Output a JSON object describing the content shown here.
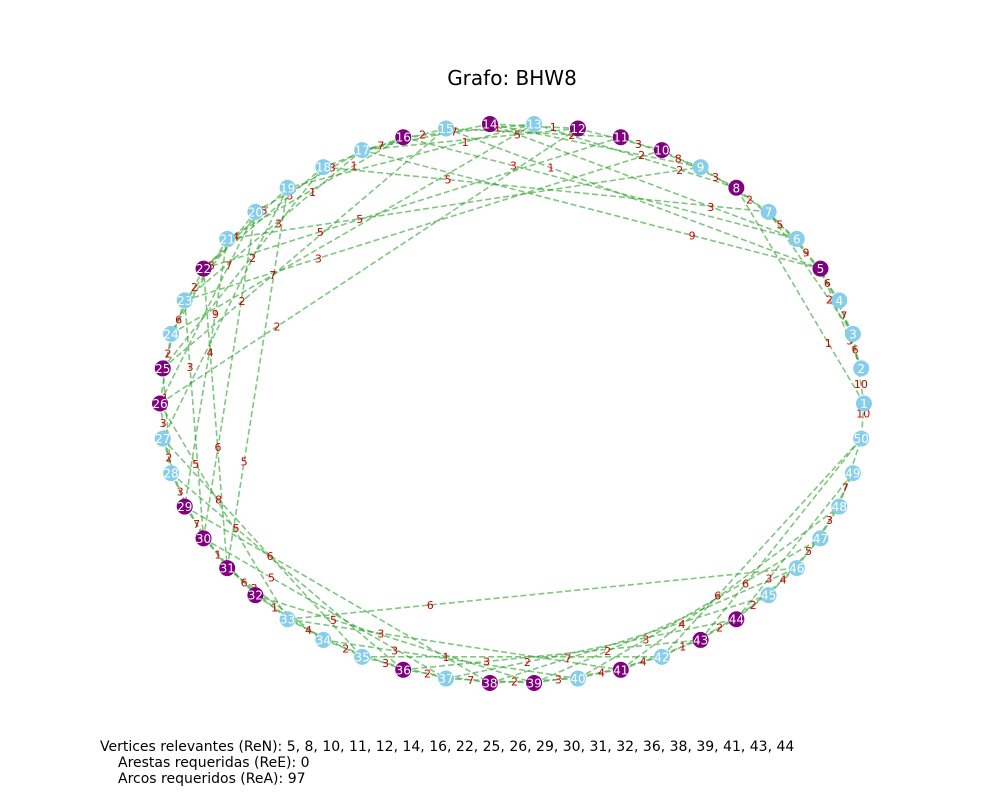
{
  "title": "Grafo: BHW8",
  "footer": {
    "line1": "Vertices relevantes (ReN): 5, 8, 10, 11, 12, 14, 16, 22, 25, 26, 29, 30, 31, 32, 36, 38, 39, 41, 43, 44",
    "line2": "Arestas requeridas (ReE): 0",
    "line3": "Arcos requeridos (ReA): 97"
  },
  "colors": {
    "vertex_regular": "#87ceeb",
    "vertex_relevant": "#800080",
    "edge": "#2ca02c",
    "edge_label": "#cc0000",
    "vertex_label": "#ffffff"
  },
  "graph": {
    "vertex_count": 50,
    "relevant_vertices": [
      5,
      8,
      10,
      11,
      12,
      14,
      16,
      22,
      25,
      26,
      29,
      30,
      31,
      32,
      36,
      38,
      39,
      41,
      43,
      44
    ],
    "edges": [
      {
        "from": 1,
        "to": 3,
        "w": "10"
      },
      {
        "from": 2,
        "to": 4,
        "w": "6"
      },
      {
        "from": 3,
        "to": 5,
        "w": "7"
      },
      {
        "from": 4,
        "to": 6,
        "w": "6"
      },
      {
        "from": 3,
        "to": 7,
        "w": "2"
      },
      {
        "from": 5,
        "to": 7,
        "w": "9"
      },
      {
        "from": 1,
        "to": 8,
        "w": "1"
      },
      {
        "from": 6,
        "to": 8,
        "w": "5"
      },
      {
        "from": 7,
        "to": 9,
        "w": "2"
      },
      {
        "from": 8,
        "to": 10,
        "w": "3"
      },
      {
        "from": 9,
        "to": 11,
        "w": "8"
      },
      {
        "from": 10,
        "to": 12,
        "w": "3"
      },
      {
        "from": 8,
        "to": 13,
        "w": "2"
      },
      {
        "from": 9,
        "to": 14,
        "w": "2"
      },
      {
        "from": 6,
        "to": 14,
        "w": "3"
      },
      {
        "from": 12,
        "to": 14,
        "w": "1"
      },
      {
        "from": 11,
        "to": 15,
        "w": "2"
      },
      {
        "from": 13,
        "to": 16,
        "w": "1"
      },
      {
        "from": 12,
        "to": 17,
        "w": "5"
      },
      {
        "from": 15,
        "to": 17,
        "w": "2"
      },
      {
        "from": 14,
        "to": 17,
        "w": "7"
      },
      {
        "from": 13,
        "to": 19,
        "w": "1"
      },
      {
        "from": 5,
        "to": 17,
        "w": "9"
      },
      {
        "from": 16,
        "to": 18,
        "w": "7"
      },
      {
        "from": 17,
        "to": 20,
        "w": "3"
      },
      {
        "from": 16,
        "to": 21,
        "w": "1"
      },
      {
        "from": 18,
        "to": 22,
        "w": "3"
      },
      {
        "from": 19,
        "to": 22,
        "w": "5"
      },
      {
        "from": 17,
        "to": 23,
        "w": "1"
      },
      {
        "from": 20,
        "to": 23,
        "w": "4"
      },
      {
        "from": 21,
        "to": 24,
        "w": "5"
      },
      {
        "from": 18,
        "to": 25,
        "w": "3"
      },
      {
        "from": 22,
        "to": 24,
        "w": "2"
      },
      {
        "from": 20,
        "to": 26,
        "w": "7"
      },
      {
        "from": 23,
        "to": 25,
        "w": "6"
      },
      {
        "from": 19,
        "to": 27,
        "w": "2"
      },
      {
        "from": 24,
        "to": 26,
        "w": "2"
      },
      {
        "from": 22,
        "to": 31,
        "w": "4"
      },
      {
        "from": 23,
        "to": 30,
        "w": "3"
      },
      {
        "from": 21,
        "to": 29,
        "w": "9"
      },
      {
        "from": 26,
        "to": 28,
        "w": "3"
      },
      {
        "from": 25,
        "to": 28,
        "w": "1"
      },
      {
        "from": 27,
        "to": 29,
        "w": "2"
      },
      {
        "from": 28,
        "to": 30,
        "w": "3"
      },
      {
        "from": 29,
        "to": 31,
        "w": "7"
      },
      {
        "from": 30,
        "to": 32,
        "w": "1"
      },
      {
        "from": 31,
        "to": 33,
        "w": "6"
      },
      {
        "from": 32,
        "to": 34,
        "w": "1"
      },
      {
        "from": 31,
        "to": 34,
        "w": "3"
      },
      {
        "from": 33,
        "to": 35,
        "w": "4"
      },
      {
        "from": 34,
        "to": 36,
        "w": "2"
      },
      {
        "from": 35,
        "to": 37,
        "w": "3"
      },
      {
        "from": 36,
        "to": 38,
        "w": "2"
      },
      {
        "from": 37,
        "to": 39,
        "w": "7"
      },
      {
        "from": 38,
        "to": 40,
        "w": "2"
      },
      {
        "from": 39,
        "to": 41,
        "w": "3"
      },
      {
        "from": 40,
        "to": 42,
        "w": "4"
      },
      {
        "from": 41,
        "to": 43,
        "w": "4"
      },
      {
        "from": 42,
        "to": 44,
        "w": "1"
      },
      {
        "from": 43,
        "to": 45,
        "w": "2"
      },
      {
        "from": 44,
        "to": 46,
        "w": "2"
      },
      {
        "from": 45,
        "to": 47,
        "w": "4"
      },
      {
        "from": 46,
        "to": 48,
        "w": "5"
      },
      {
        "from": 47,
        "to": 49,
        "w": "3"
      },
      {
        "from": 48,
        "to": 50,
        "w": "7"
      },
      {
        "from": 44,
        "to": 49,
        "w": "3"
      },
      {
        "from": 42,
        "to": 50,
        "w": "6"
      },
      {
        "from": 1,
        "to": 50,
        "w": "10"
      },
      {
        "from": 26,
        "to": 33,
        "w": "5"
      },
      {
        "from": 27,
        "to": 35,
        "w": "8"
      },
      {
        "from": 28,
        "to": 36,
        "w": "5"
      },
      {
        "from": 29,
        "to": 38,
        "w": "6"
      },
      {
        "from": 30,
        "to": 37,
        "w": "5"
      },
      {
        "from": 32,
        "to": 39,
        "w": "5"
      },
      {
        "from": 33,
        "to": 41,
        "w": "3"
      },
      {
        "from": 34,
        "to": 40,
        "w": "3"
      },
      {
        "from": 35,
        "to": 42,
        "w": "1"
      },
      {
        "from": 36,
        "to": 43,
        "w": "3"
      },
      {
        "from": 37,
        "to": 44,
        "w": "2"
      },
      {
        "from": 38,
        "to": 45,
        "w": "7"
      },
      {
        "from": 39,
        "to": 46,
        "w": "2"
      },
      {
        "from": 40,
        "to": 47,
        "w": "3"
      },
      {
        "from": 41,
        "to": 48,
        "w": "4"
      },
      {
        "from": 43,
        "to": 50,
        "w": "6"
      },
      {
        "from": 33,
        "to": 46,
        "w": "6"
      },
      {
        "from": 30,
        "to": 20,
        "w": "6"
      },
      {
        "from": 31,
        "to": 19,
        "w": "5"
      },
      {
        "from": 25,
        "to": 15,
        "w": "2"
      },
      {
        "from": 24,
        "to": 13,
        "w": "7"
      },
      {
        "from": 26,
        "to": 12,
        "w": "2"
      },
      {
        "from": 22,
        "to": 11,
        "w": "5"
      },
      {
        "from": 23,
        "to": 10,
        "w": "3"
      },
      {
        "from": 21,
        "to": 9,
        "w": "5"
      },
      {
        "from": 18,
        "to": 7,
        "w": "5"
      },
      {
        "from": 15,
        "to": 5,
        "w": "1"
      },
      {
        "from": 16,
        "to": 6,
        "w": "3"
      },
      {
        "from": 2,
        "to": 5,
        "w": "3"
      }
    ]
  }
}
